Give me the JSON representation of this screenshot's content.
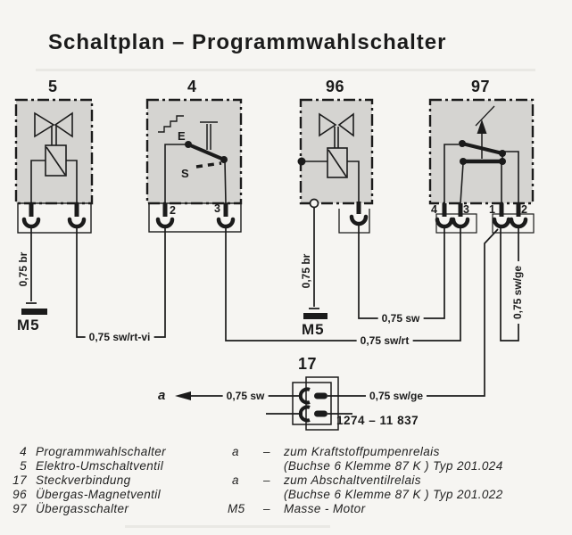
{
  "title": "Schaltplan – Programmwahlschalter",
  "colors": {
    "background": "#f6f5f2",
    "box_fill": "#d5d4d1",
    "line": "#1b1b1b"
  },
  "diagram": {
    "component_ids": {
      "valve5": "5",
      "switch4": "4",
      "valve96": "96",
      "switch97": "97",
      "connector17": "17"
    },
    "switch4": {
      "contact_e": "E",
      "contact_s": "S",
      "t2": "2",
      "t3": "3"
    },
    "switch97": {
      "t4": "4",
      "t3": "3",
      "t1": "1",
      "t2": "2"
    },
    "grounds": {
      "left": "M5",
      "mid": "M5"
    },
    "wire_labels": {
      "br_left": "0,75 br",
      "br_mid": "0,75 br",
      "sw_rt_vi": "0,75 sw/rt-vi",
      "sw": "0,75 sw",
      "sw_rt": "0,75 sw/rt",
      "sw_ge_vertical": "0,75 sw/ge",
      "sw_conn": "0,75 sw",
      "sw_ge_conn": "0,75 sw/ge"
    },
    "connector17": {
      "part_number": "1274 – 11 837",
      "arrow_target": "a"
    }
  },
  "legend": {
    "left": [
      {
        "id": "4",
        "name": "Programmwahlschalter"
      },
      {
        "id": "5",
        "name": "Elektro-Umschaltventil"
      },
      {
        "id": "17",
        "name": "Steckverbindung"
      },
      {
        "id": "96",
        "name": "Übergas-Magnetventil"
      },
      {
        "id": "97",
        "name": "Übergasschalter"
      }
    ],
    "right": [
      {
        "id": "a",
        "sep": "–",
        "line1": "zum Kraftstoffpumpenrelais",
        "line2": "(Buchse 6 Klemme 87 K ) Typ 201.024"
      },
      {
        "id": "a",
        "sep": "–",
        "line1": "zum Abschaltventilrelais",
        "line2": "(Buchse 6 Klemme 87 K ) Typ 201.022"
      },
      {
        "id": "M5",
        "sep": "–",
        "line1": "Masse - Motor",
        "line2": ""
      }
    ]
  }
}
